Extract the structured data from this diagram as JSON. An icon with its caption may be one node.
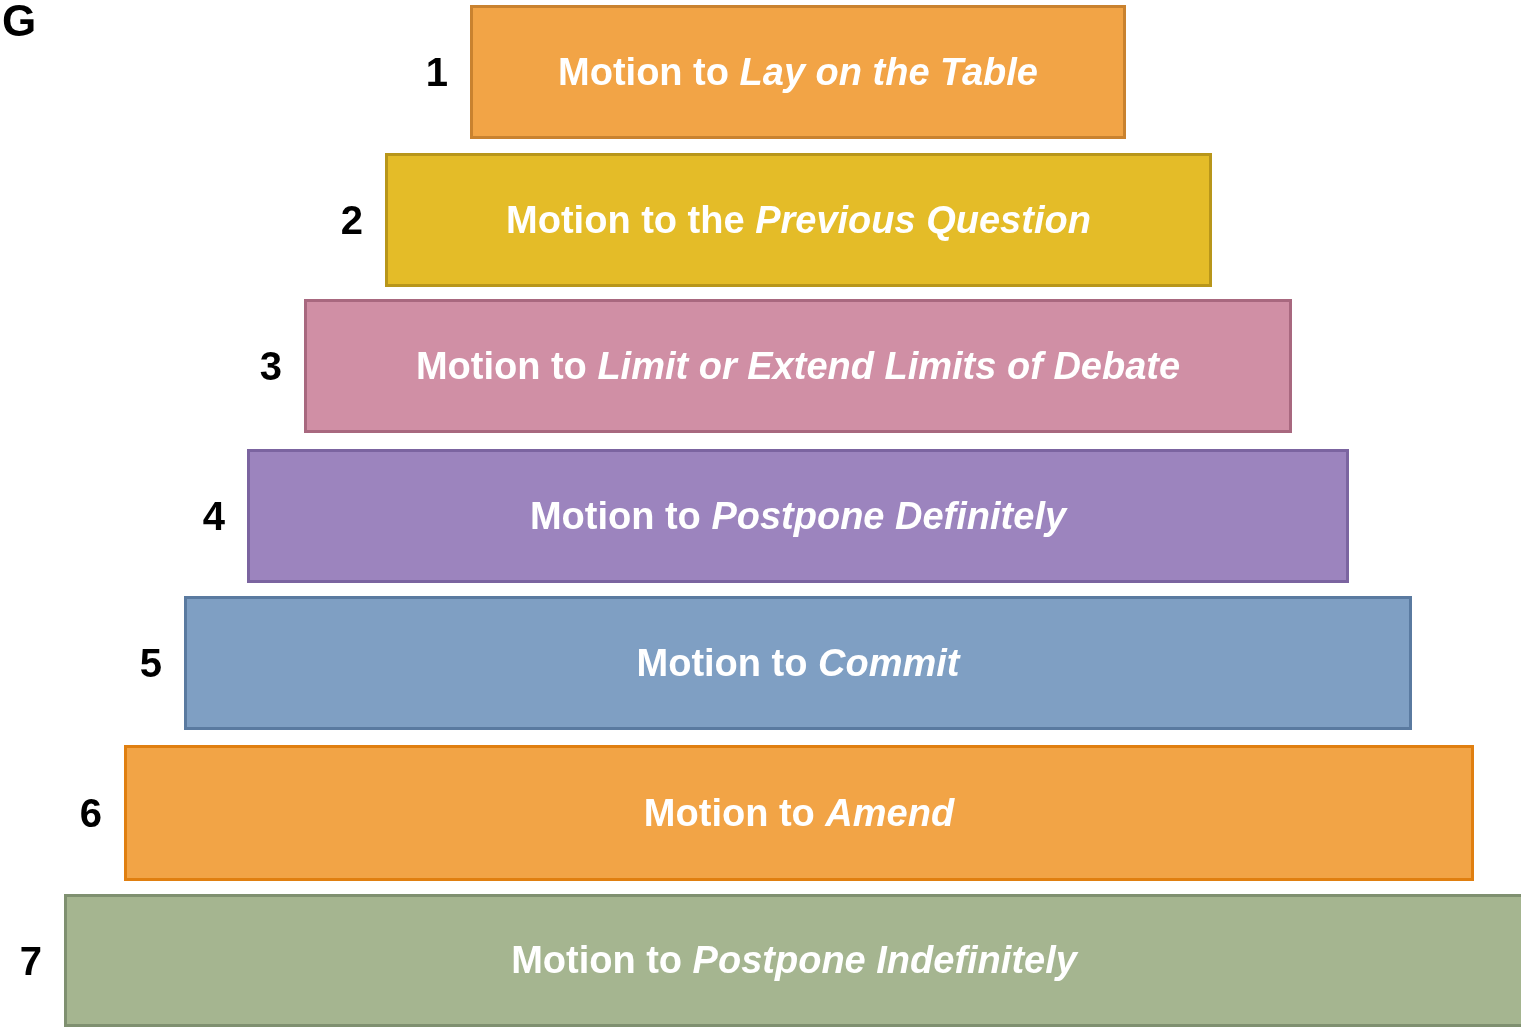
{
  "diagram": {
    "nodes": [
      {
        "text": [
          "Motion to *Lay on the Table*"
        ],
        "beside": [
          "1"
        ]
      },
      {
        "text": [
          "Motion to the *Previous Question*"
        ],
        "beside": [
          "2"
        ]
      },
      {
        "text": [
          "Motion to *Limit or Extend Limits of Debate*"
        ],
        "beside": [
          "3"
        ]
      },
      {
        "text": [
          "Motion to *Postpone Definitely*"
        ],
        "beside": [
          "4"
        ]
      },
      {
        "text": [
          "Motion to *Commit*"
        ],
        "beside": [
          "5"
        ]
      },
      {
        "text": [
          "Motion to *Amend*"
        ],
        "beside": [
          "6"
        ]
      },
      {
        "text": [
          "Motion to *Postpone Indefinitely*"
        ],
        "beside": [
          "7"
        ]
      }
    ],
    "edges": [],
    "labels": [
      "G"
    ]
  }
}
